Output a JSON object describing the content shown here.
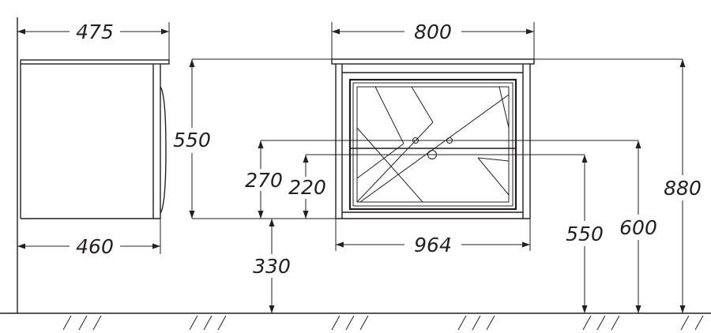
{
  "dimensions": {
    "side_top_depth": "475",
    "side_bottom_depth": "460",
    "front_width": "800",
    "body_height": "550",
    "drain_height_a": "270",
    "drain_height_b": "220",
    "mount_height": "330",
    "bottom_width": "964",
    "floor_to_550": "550",
    "floor_to_600": "600",
    "total_height": "880"
  },
  "colors": {
    "line": "#231f20",
    "background": "#ffffff"
  }
}
